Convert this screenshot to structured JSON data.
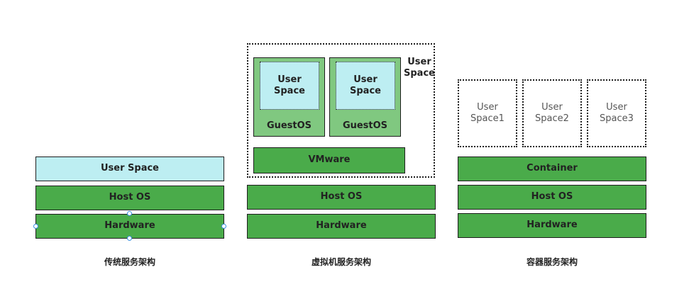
{
  "traditional": {
    "user_space": "User Space",
    "host_os": "Host OS",
    "hardware": "Hardware",
    "caption": "传统服务架构"
  },
  "vm": {
    "outer_user_space": "User\nSpace",
    "guest1_user_space": "User\nSpace",
    "guest1_label": "GuestOS",
    "guest2_user_space": "User\nSpace",
    "guest2_label": "GuestOS",
    "vmware": "VMware",
    "host_os": "Host OS",
    "hardware": "Hardware",
    "caption": "虚拟机服务架构"
  },
  "container": {
    "user_space1": "User\nSpace1",
    "user_space2": "User\nSpace2",
    "user_space3": "User\nSpace3",
    "container": "Container",
    "host_os": "Host OS",
    "hardware": "Hardware",
    "caption": "容器服务架构"
  },
  "colors": {
    "layer_green": "#4aab4a",
    "guest_green": "#80c880",
    "user_space_cyan": "#bdeef2",
    "selection_handle": "#3a8fe0"
  }
}
